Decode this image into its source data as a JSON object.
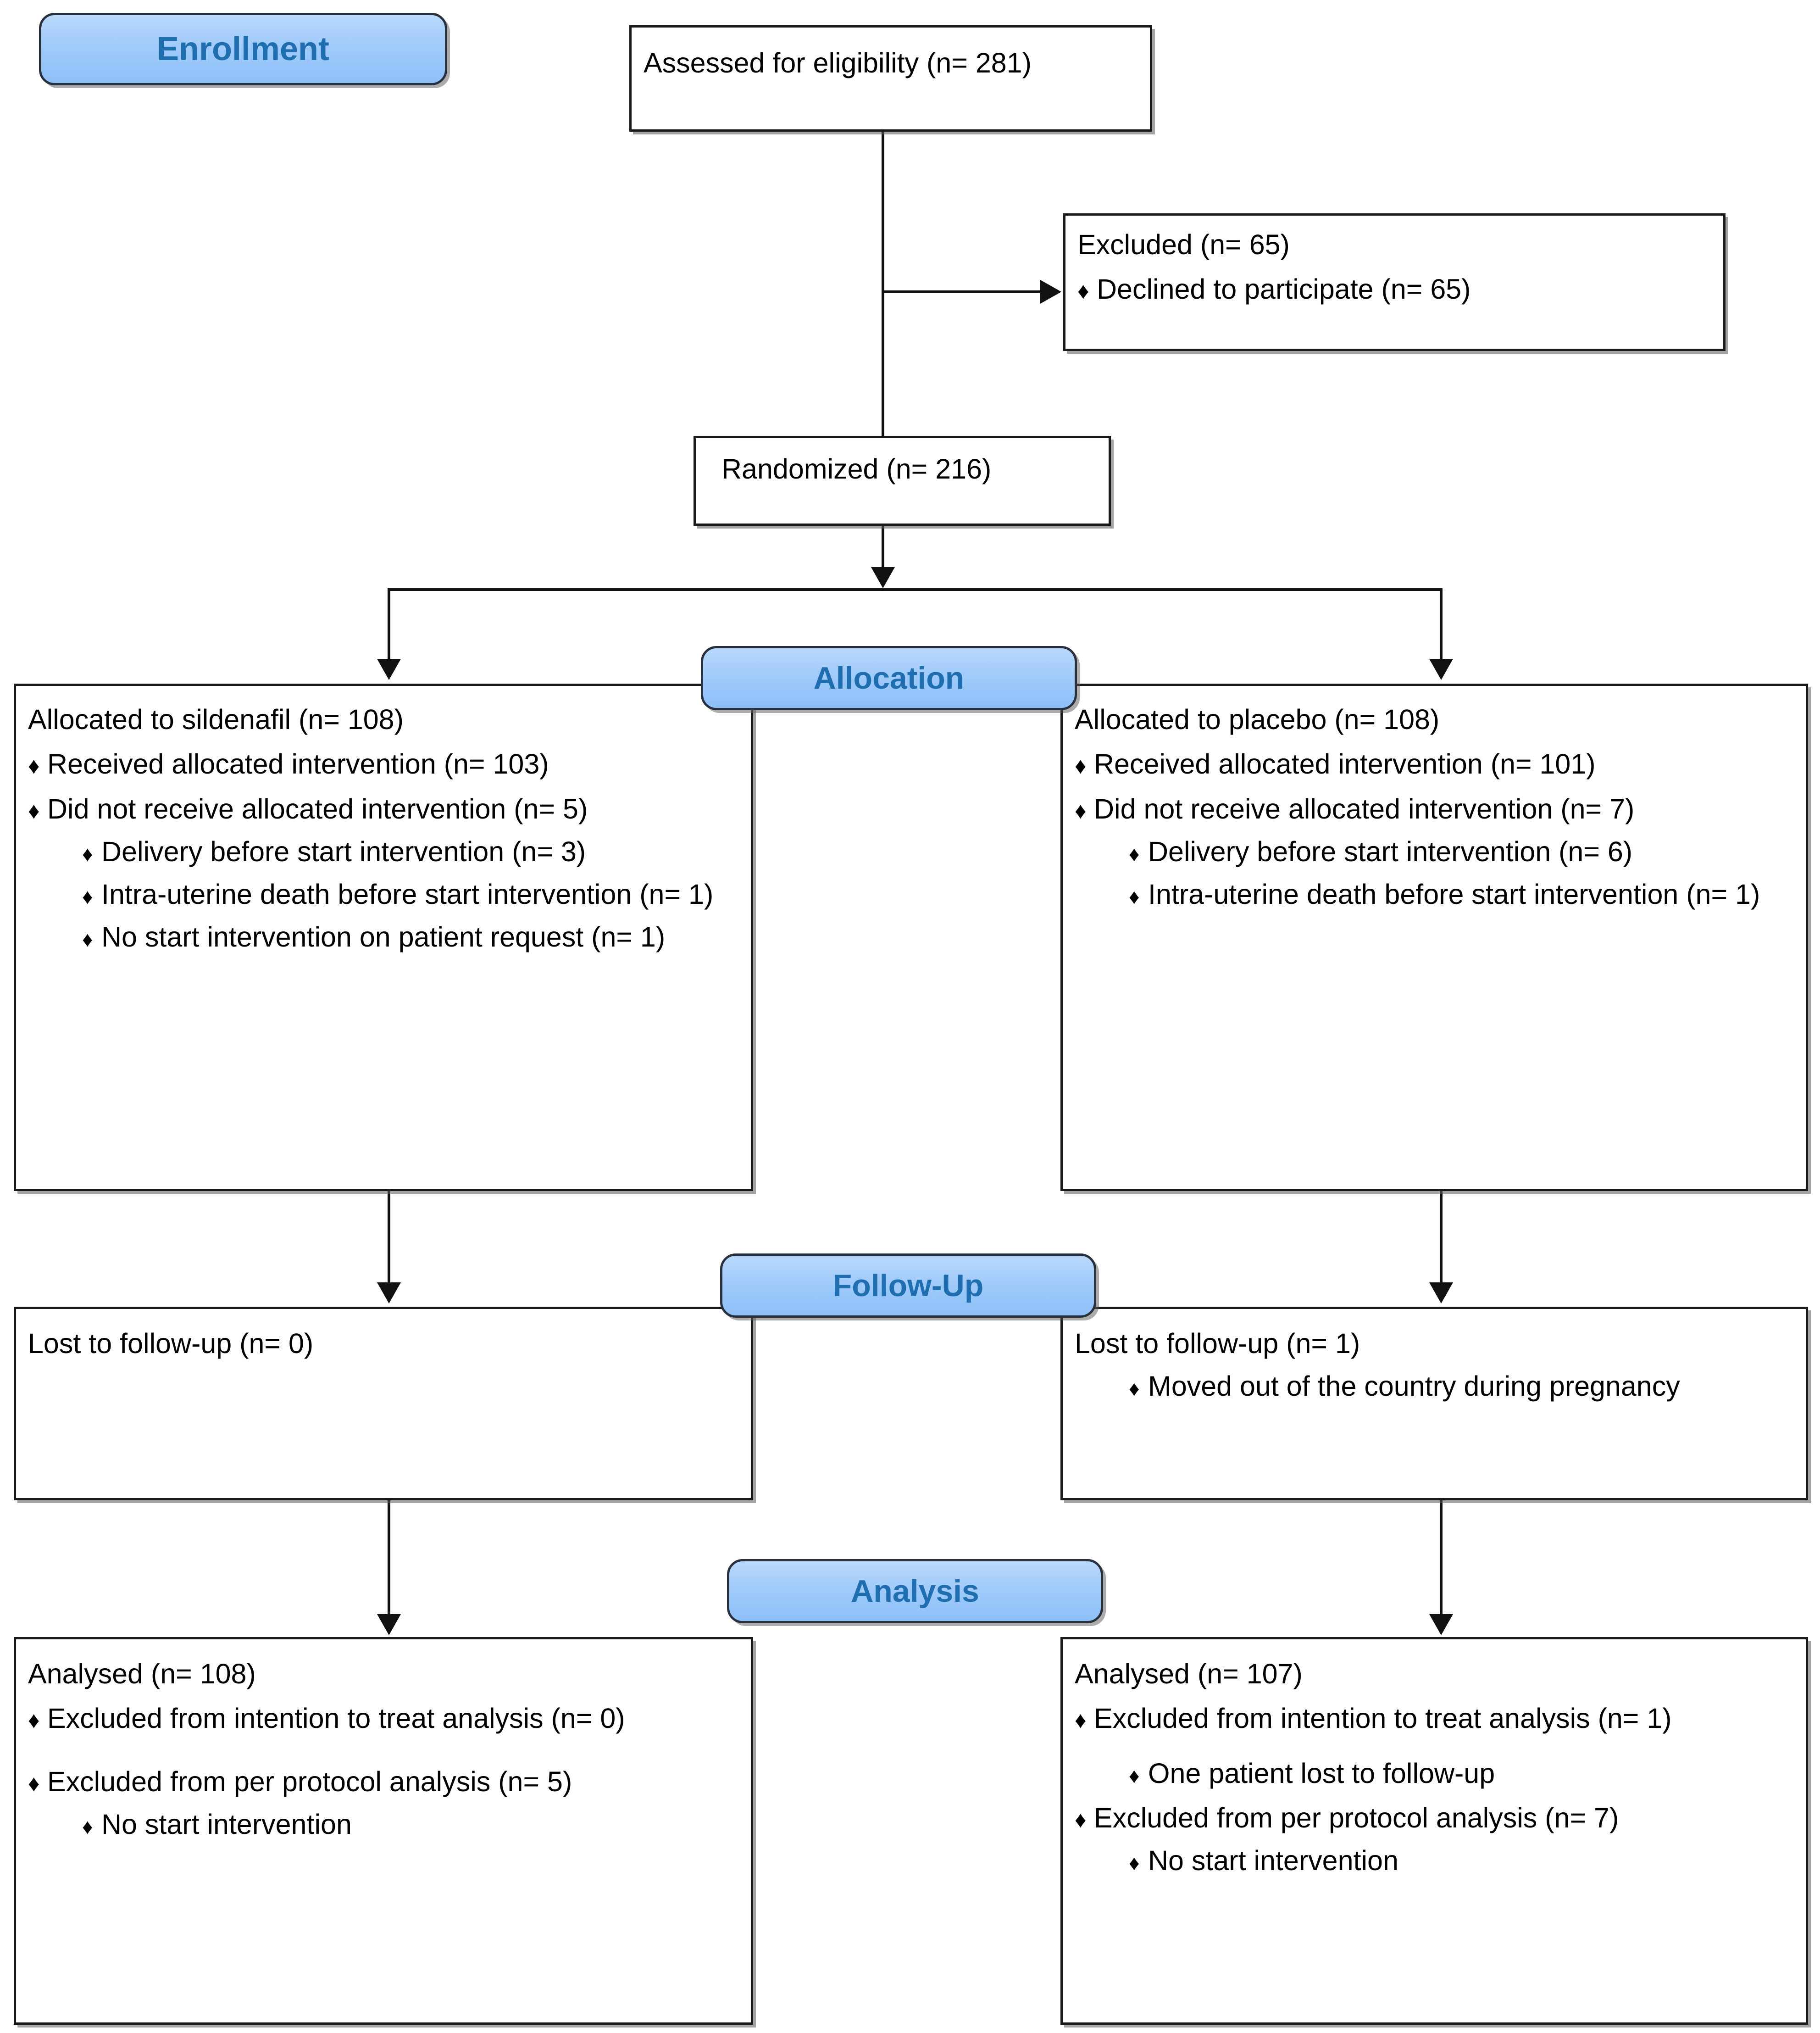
{
  "diagram": {
    "title": "CONSORT participant flow diagram",
    "accent_color": "#9fcafa",
    "badge_text_color": "#1f6fb0",
    "line_color": "#111111"
  },
  "stage_labels": {
    "enrollment": "Enrollment",
    "allocation": "Allocation",
    "followup": "Follow-Up",
    "analysis": "Analysis"
  },
  "nodes": {
    "assessed": {
      "text": "Assessed for eligibility (n= 281)"
    },
    "excluded": {
      "heading": "Excluded (n= 65)",
      "items": [
        "Declined to participate (n=  65)"
      ]
    },
    "randomized": {
      "text": "Randomized (n= 216)"
    },
    "alloc_left": {
      "heading": "Allocated to sildenafil (n= 108)",
      "l1_a": "Received allocated intervention (n= 103)",
      "l1_b": "Did not receive allocated intervention (n= 5)",
      "l2_a": "Delivery before start intervention (n= 3)",
      "l2_b": "Intra-uterine death before start intervention (n= 1)",
      "l2_c": "No start intervention on patient request (n= 1)"
    },
    "alloc_right": {
      "heading": "Allocated to placebo (n= 108)",
      "l1_a": "Received allocated intervention (n= 101)",
      "l1_b": "Did not receive allocated intervention (n= 7)",
      "l2_a": "Delivery before start intervention (n= 6)",
      "l2_b": "Intra-uterine death before start intervention (n= 1)"
    },
    "followup_left": {
      "heading": "Lost to follow-up (n= 0)"
    },
    "followup_right": {
      "heading": "Lost to follow-up (n= 1)",
      "l2_a": "Moved out of the country during pregnancy"
    },
    "analysis_left": {
      "heading": "Analysed (n= 108)",
      "l1_a": "Excluded from intention to treat analysis (n= 0)",
      "l1_b": "Excluded from per protocol analysis (n= 5)",
      "l2_b": "No start intervention"
    },
    "analysis_right": {
      "heading": "Analysed (n= 107)",
      "l1_a": "Excluded from intention to treat analysis (n= 1)",
      "l2_a": "One patient lost to follow-up",
      "l1_b": "Excluded from per protocol analysis (n= 7)",
      "l2_b": "No start intervention"
    }
  },
  "bullets": {
    "diamond": "♦"
  }
}
